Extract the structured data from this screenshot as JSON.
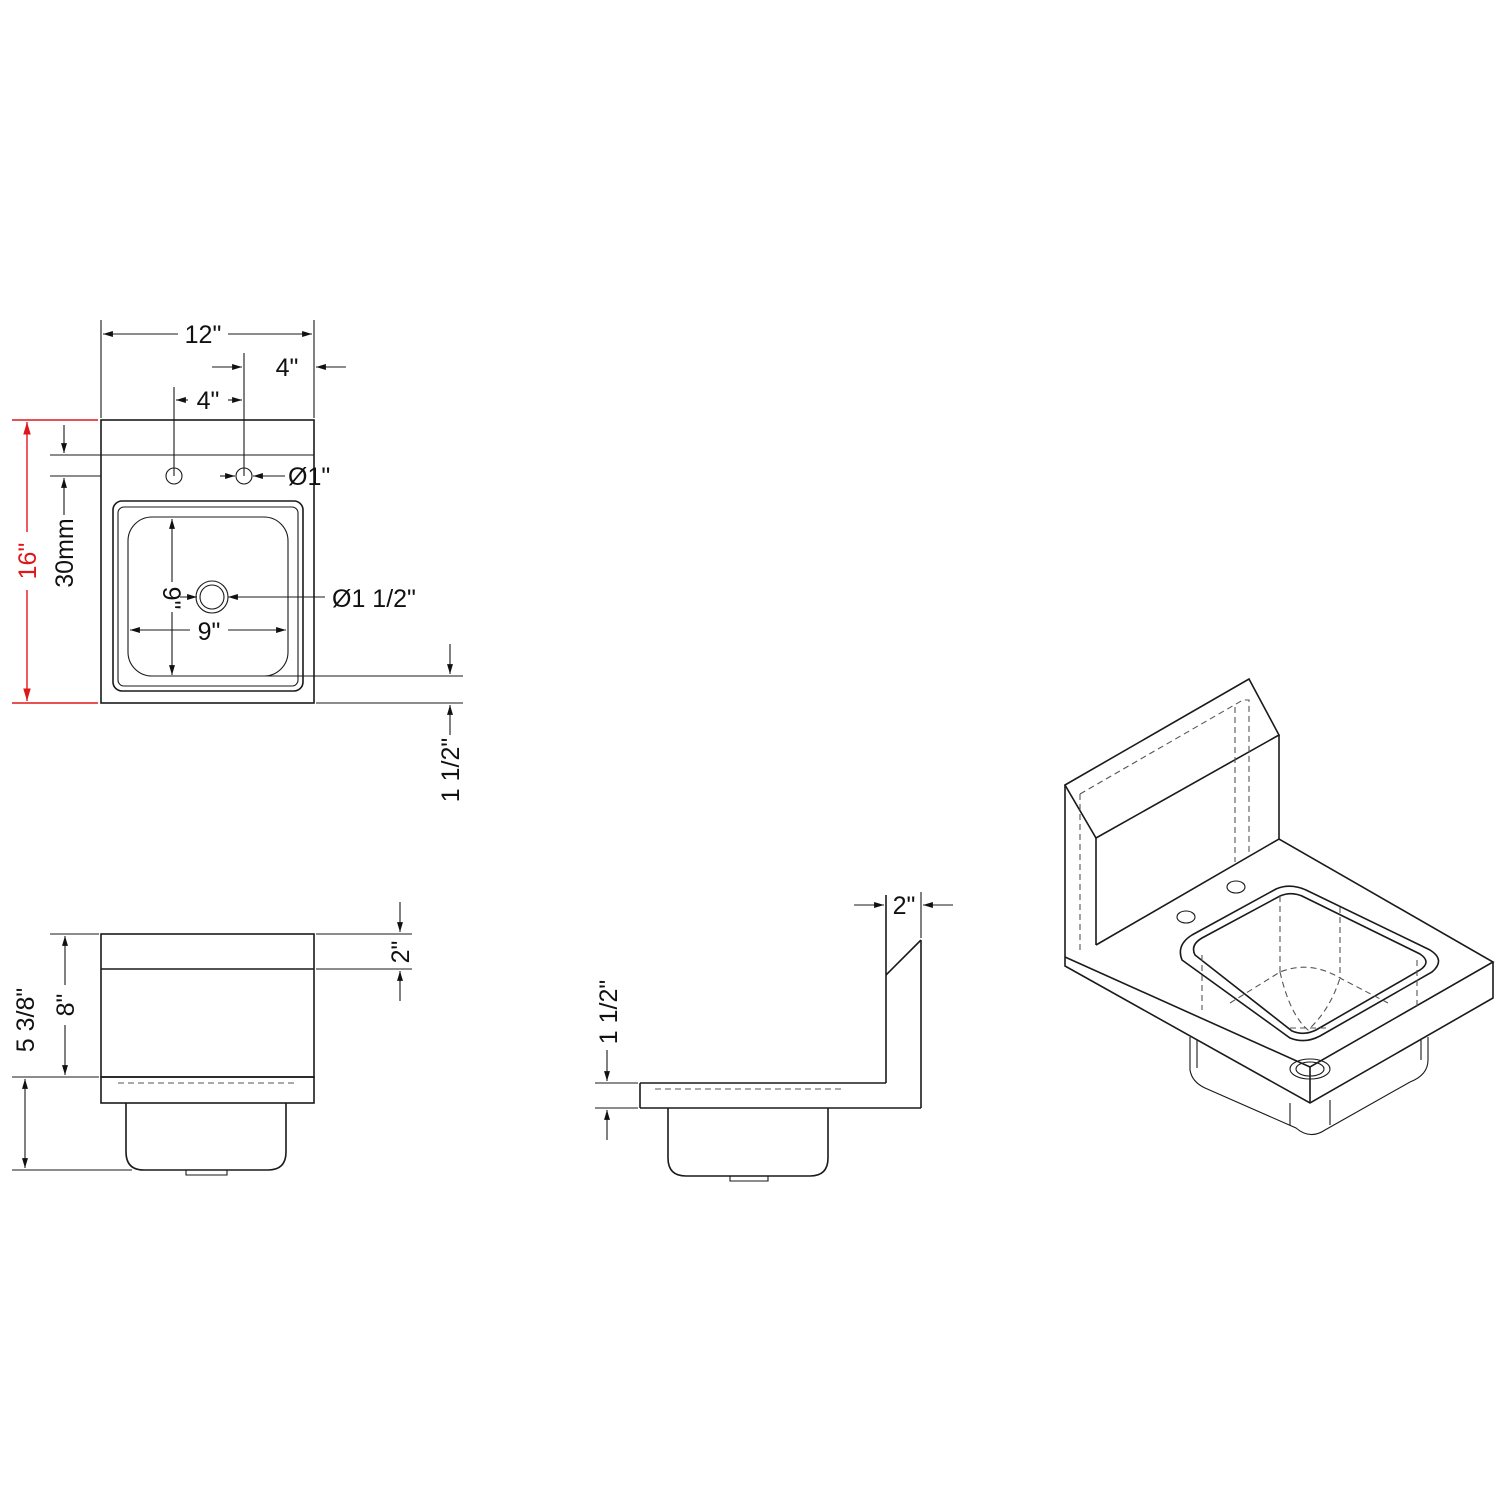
{
  "top_view": {
    "width": "12\"",
    "faucet_offset_right": "4\"",
    "faucet_spacing": "4\"",
    "faucet_hole_diameter": "Ø1\"",
    "overall_depth": "16\"",
    "hole_setback": "30mm",
    "bowl_length": "9\"",
    "bowl_width": "9\"",
    "drain_diameter": "Ø1 1/2\"",
    "front_edge": "1 1/2\""
  },
  "front_view": {
    "backsplash_lip": "2\"",
    "backsplash_height": "8\"",
    "bowl_depth": "5 3/8\""
  },
  "side_view": {
    "backsplash_thickness": "2\"",
    "deck_thickness": "1 1/2\""
  },
  "colors": {
    "line": "#1a1a1a",
    "highlight": "#e0161b"
  }
}
